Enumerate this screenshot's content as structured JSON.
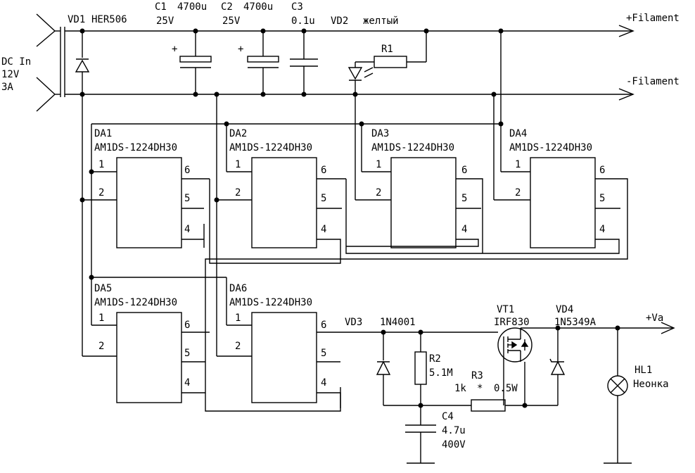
{
  "input": {
    "name": "DC In",
    "voltage": "12V",
    "current": "3A"
  },
  "outputs": {
    "plus_filament": "+Filament",
    "minus_filament": "-Filament",
    "va": "+Va"
  },
  "components": {
    "vd1": {
      "ref": "VD1",
      "value": "HER506"
    },
    "c1": {
      "ref": "C1",
      "value": "4700u",
      "voltage": "25V"
    },
    "c2": {
      "ref": "C2",
      "value": "4700u",
      "voltage": "25V"
    },
    "c3": {
      "ref": "C3",
      "value": "0.1u"
    },
    "vd2": {
      "ref": "VD2",
      "value": "желтый"
    },
    "r1": {
      "ref": "R1"
    },
    "vd3": {
      "ref": "VD3",
      "value": "1N4001"
    },
    "r2": {
      "ref": "R2",
      "value": "5.1M"
    },
    "r3": {
      "ref": "R3",
      "value": "1k",
      "mark": "*",
      "power": "0.5W"
    },
    "c4": {
      "ref": "C4",
      "value": "4.7u",
      "voltage": "400V"
    },
    "vt1": {
      "ref": "VT1",
      "value": "IRF830"
    },
    "vd4": {
      "ref": "VD4",
      "value": "1N5349A"
    },
    "hl1": {
      "ref": "HL1",
      "value": "Неонка"
    }
  },
  "modules": [
    {
      "ref": "DA1",
      "part": "AM1DS-1224DH30"
    },
    {
      "ref": "DA2",
      "part": "AM1DS-1224DH30"
    },
    {
      "ref": "DA3",
      "part": "AM1DS-1224DH30"
    },
    {
      "ref": "DA4",
      "part": "AM1DS-1224DH30"
    },
    {
      "ref": "DA5",
      "part": "AM1DS-1224DH30"
    },
    {
      "ref": "DA6",
      "part": "AM1DS-1224DH30"
    }
  ],
  "pins": {
    "p1": "1",
    "p2": "2",
    "p4": "4",
    "p5": "5",
    "p6": "6"
  },
  "symbols": {
    "plus": "+"
  }
}
